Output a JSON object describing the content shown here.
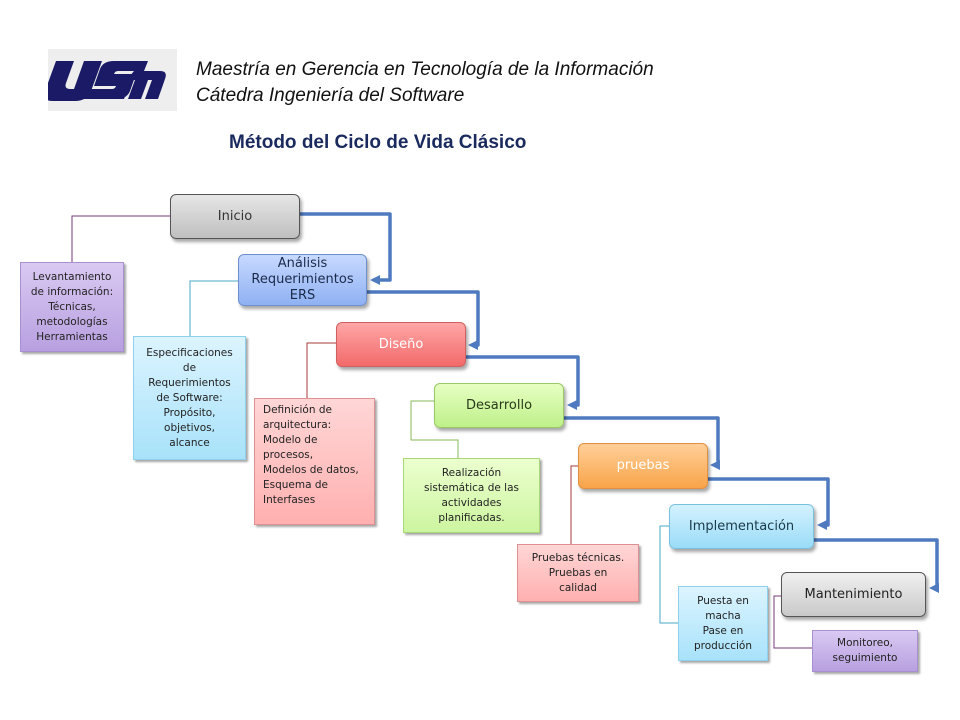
{
  "header": {
    "line1": "Maestría en Gerencia en Tecnología de la Información",
    "line2": "Cátedra Ingeniería del Software"
  },
  "logo": {
    "icon": "usm-logo",
    "color": "#1a1a66"
  },
  "title": "Método del Ciclo de Vida Clásico",
  "colors": {
    "arrow": "#4f7ac0",
    "connector_purple": "#7a3a7a",
    "connector_cyan": "#4aa8c8",
    "connector_red": "#a83a3a",
    "connector_green": "#8ab858"
  },
  "phases": [
    {
      "label": "Inicio"
    },
    {
      "label": "Análisis\nRequerimientos\nERS"
    },
    {
      "label": "Diseño"
    },
    {
      "label": "Desarrollo"
    },
    {
      "label": "pruebas"
    },
    {
      "label": "Implementación"
    },
    {
      "label": "Mantenimiento"
    }
  ],
  "notes": [
    {
      "text": "Levantamiento\nde información:\nTécnicas,\nmetodologías\nHerramientas"
    },
    {
      "text": "Especificaciones\nde\nRequerimientos\nde Software:\nPropósito,\nobjetivos,\nalcance"
    },
    {
      "text": "Definición de\narquitectura:\nModelo de\nprocesos,\nModelos de datos,\nEsquema de\nInterfases"
    },
    {
      "text": "Realización\nsistemática de las\nactividades\nplanificadas."
    },
    {
      "text": "Pruebas técnicas.\nPruebas en\ncalidad"
    },
    {
      "text": "Puesta en\nmacha\nPase en\nproducción"
    },
    {
      "text": "Monitoreo,\nseguimiento"
    }
  ]
}
